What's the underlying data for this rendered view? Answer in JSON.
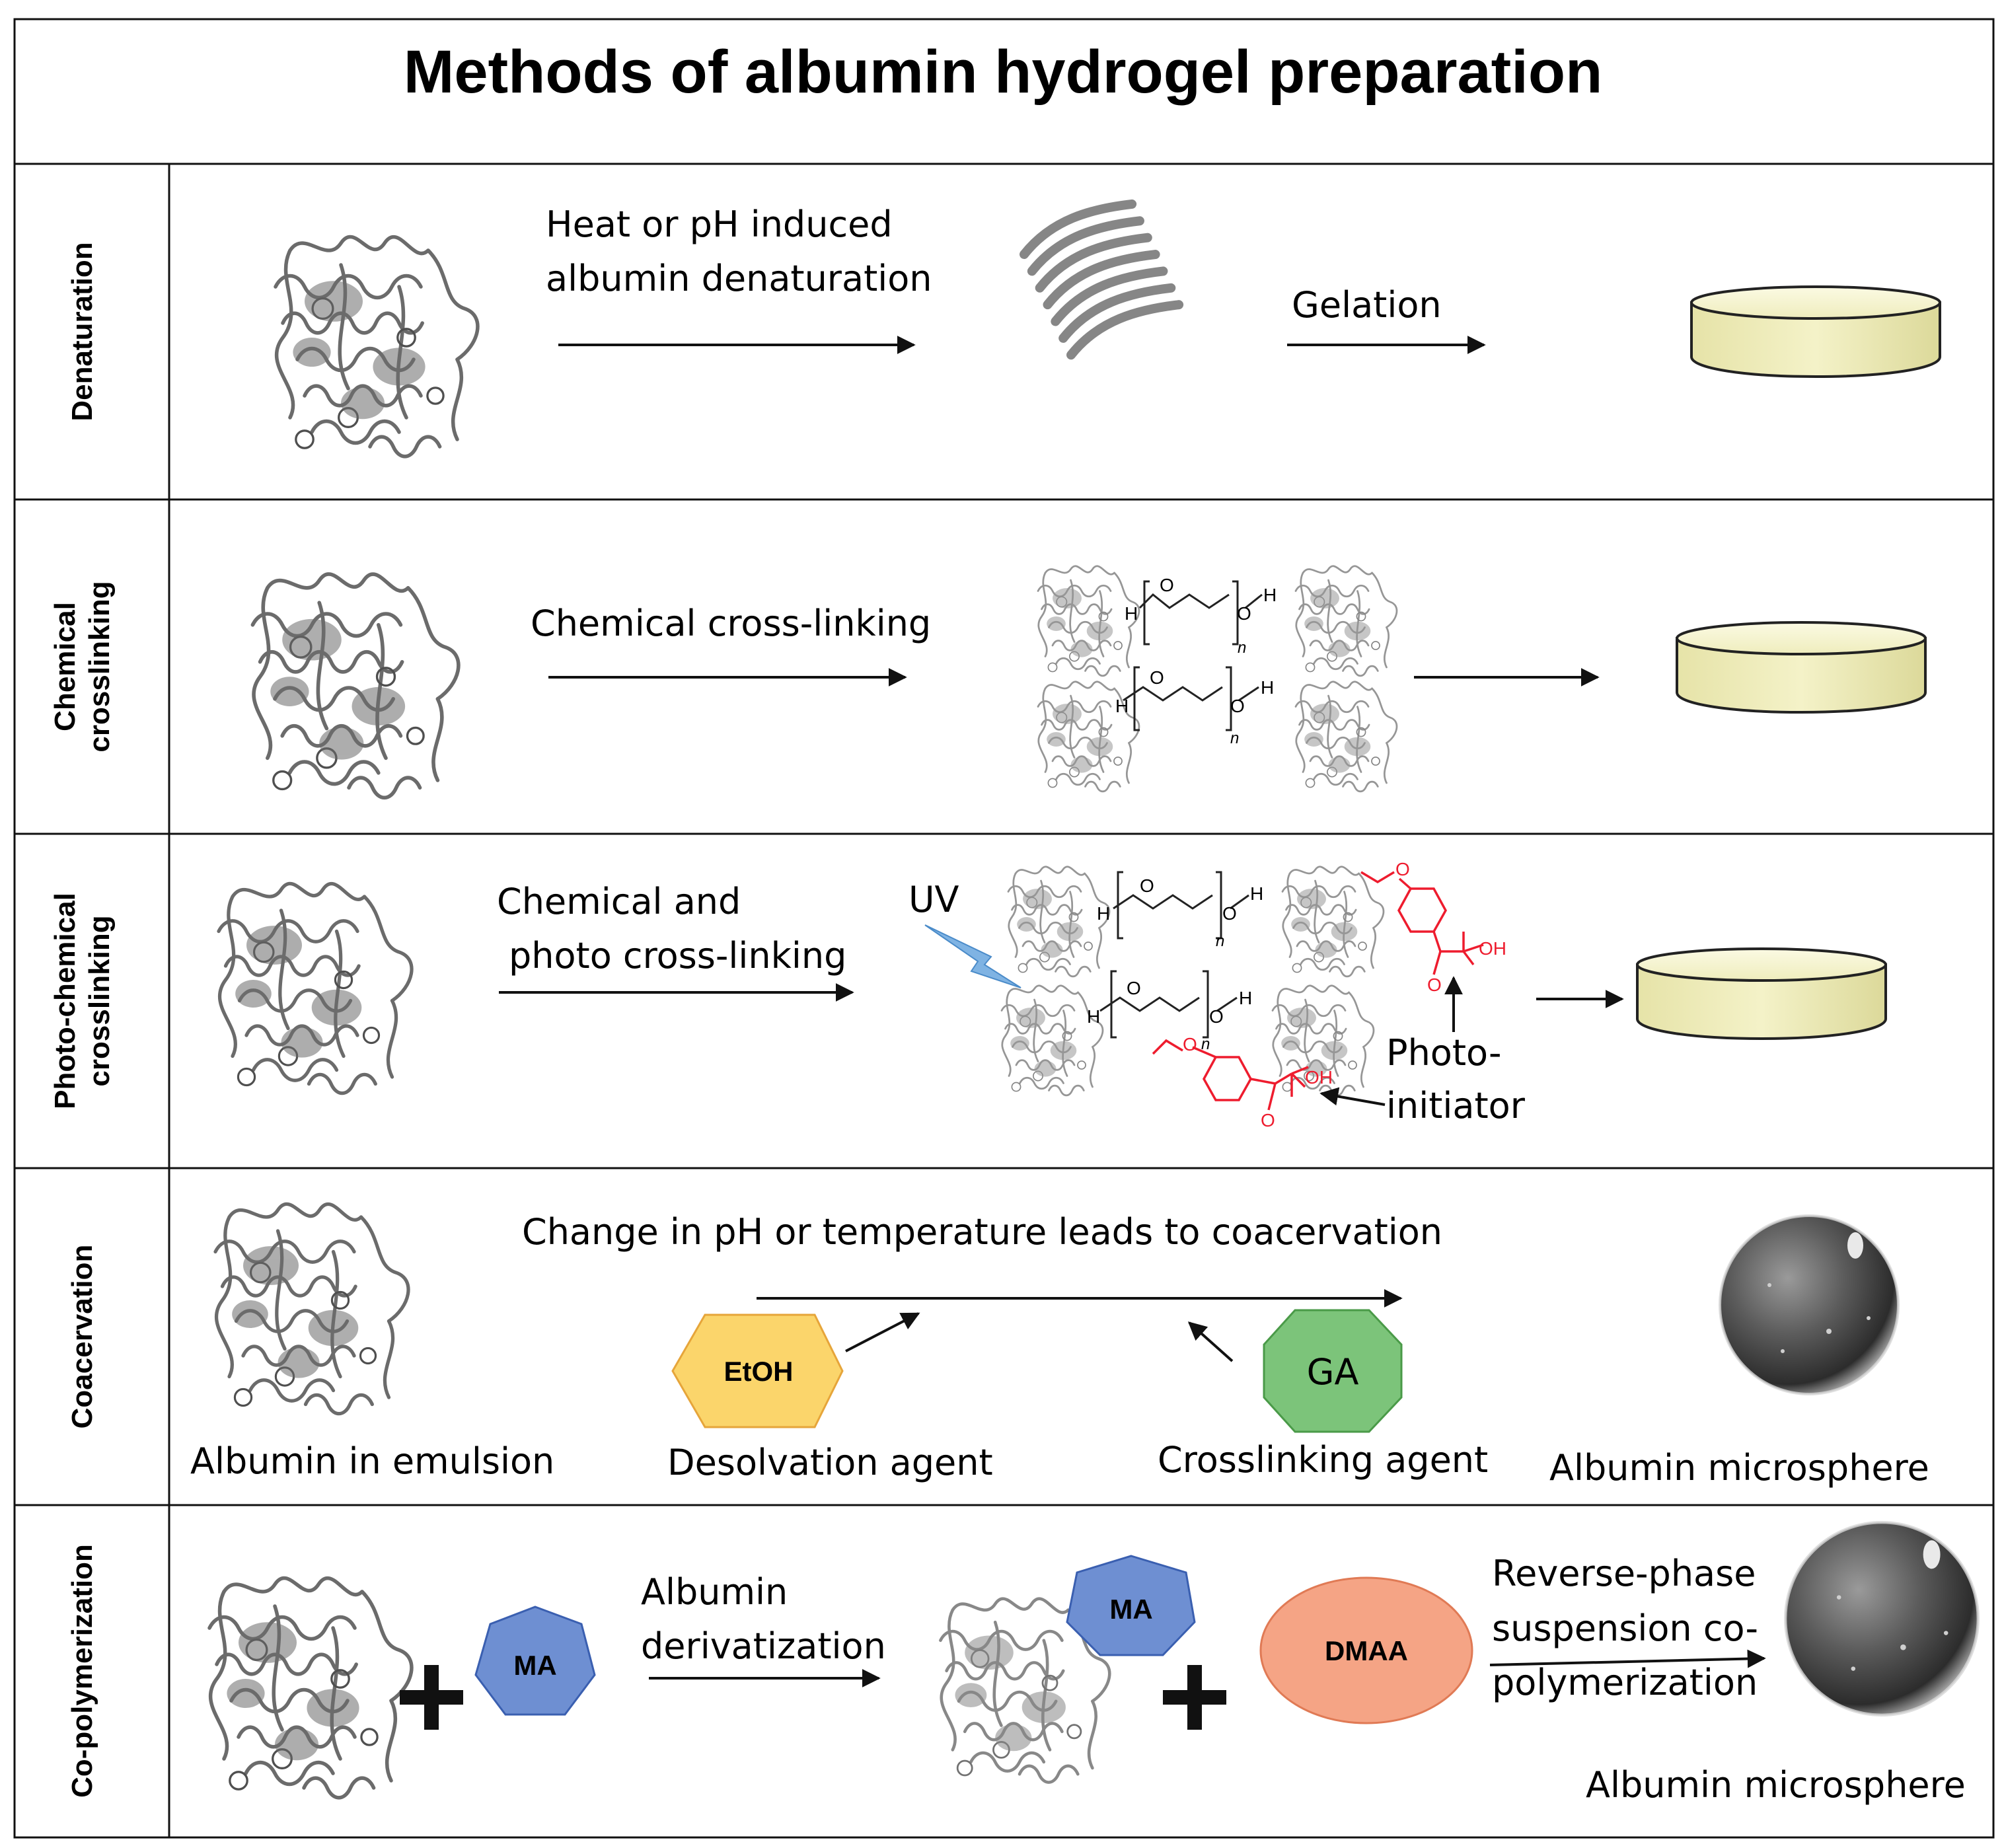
{
  "title": "Methods of albumin hydrogel preparation",
  "rows": [
    {
      "label_lines": [
        "Denaturation"
      ]
    },
    {
      "label_lines": [
        "Chemical",
        "crosslinking"
      ]
    },
    {
      "label_lines": [
        "Photo-chemical",
        "crosslinking"
      ]
    },
    {
      "label_lines": [
        "Coacervation"
      ]
    },
    {
      "label_lines": [
        "Co-polymerization"
      ]
    }
  ],
  "denaturation": {
    "step1_lines": [
      "Heat or pH induced",
      "albumin denaturation"
    ],
    "step2": "Gelation"
  },
  "chemical": {
    "step": "Chemical cross-linking"
  },
  "photo": {
    "step_lines": [
      "Chemical and",
      "photo cross-linking"
    ],
    "uv": "UV",
    "initiator_lines": [
      "Photo-",
      "initiator"
    ]
  },
  "peg": {
    "h": "H",
    "o": "O",
    "oh": "OH",
    "n": "n"
  },
  "coacervation": {
    "step": "Change in pH or temperature leads to coacervation",
    "ethanol": "EtOH",
    "ga": "GA",
    "albumin_label": "Albumin in emulsion",
    "desolvation_label": "Desolvation agent",
    "crosslinking_label": "Crosslinking agent",
    "microsphere_label": "Albumin microsphere"
  },
  "copolymer": {
    "ma": "MA",
    "dmaa": "DMAA",
    "step1_lines": [
      "Albumin",
      "derivatization"
    ],
    "step2_lines": [
      "Reverse-phase",
      "suspension co-",
      "polymerization"
    ],
    "microsphere_label": "Albumin microsphere"
  },
  "colors": {
    "protein": "#6b6b6b",
    "gel_fill": "#f2f0c0",
    "uv_bolt": "#7fb3e3",
    "initiator_red": "#ee1c2e",
    "ethanol_fill": "#fbd56b",
    "ga_fill": "#7cc47a",
    "ma_fill": "#6e8fd2",
    "dmaa_fill": "#f5a485"
  }
}
